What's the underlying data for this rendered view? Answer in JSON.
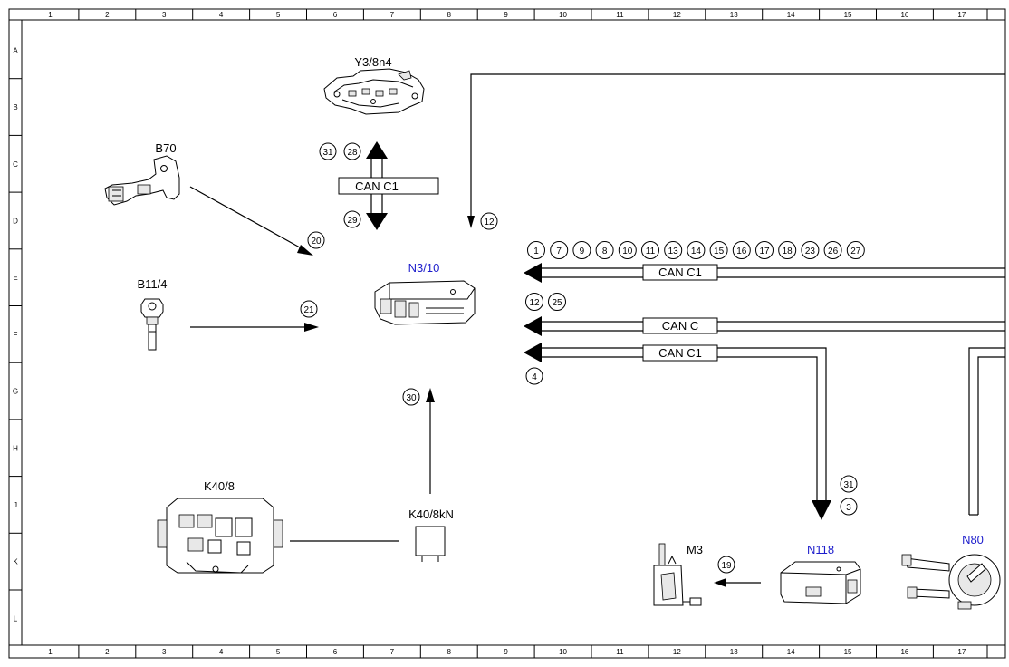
{
  "grid": {
    "columns": [
      "1",
      "2",
      "3",
      "4",
      "5",
      "6",
      "7",
      "8",
      "9",
      "10",
      "11",
      "12",
      "13",
      "14",
      "15",
      "16",
      "17"
    ],
    "rows": [
      "A",
      "B",
      "C",
      "D",
      "E",
      "F",
      "G",
      "H",
      "J",
      "K",
      "L"
    ]
  },
  "components": {
    "y3_8n4": "Y3/8n4",
    "b70": "B70",
    "b11_4": "B11/4",
    "n3_10": "N3/10",
    "k40_8": "K40/8",
    "k40_8kn": "K40/8kN",
    "m3": "M3",
    "n118": "N118",
    "n80": "N80"
  },
  "bus_labels": {
    "can_c1_top": "CAN C1",
    "can_c1_upper": "CAN C1",
    "can_c": "CAN C",
    "can_c1_lower": "CAN C1"
  },
  "callouts": {
    "y3_up_a": "31",
    "y3_up_b": "28",
    "y3_down": "29",
    "top_arrow": "12",
    "b70": "20",
    "b11_4": "21",
    "k40_8kn": "30",
    "m3": "19",
    "can_c1_upper": [
      "1",
      "7",
      "9",
      "8",
      "10",
      "11",
      "13",
      "14",
      "15",
      "16",
      "17",
      "18",
      "23",
      "26",
      "27"
    ],
    "can_c": [
      "12",
      "25"
    ],
    "can_c1_lower": "4",
    "n118_a": "31",
    "n118_b": "3"
  },
  "colors": {
    "line": "#000000",
    "highlight_label": "#1d1dcc"
  }
}
